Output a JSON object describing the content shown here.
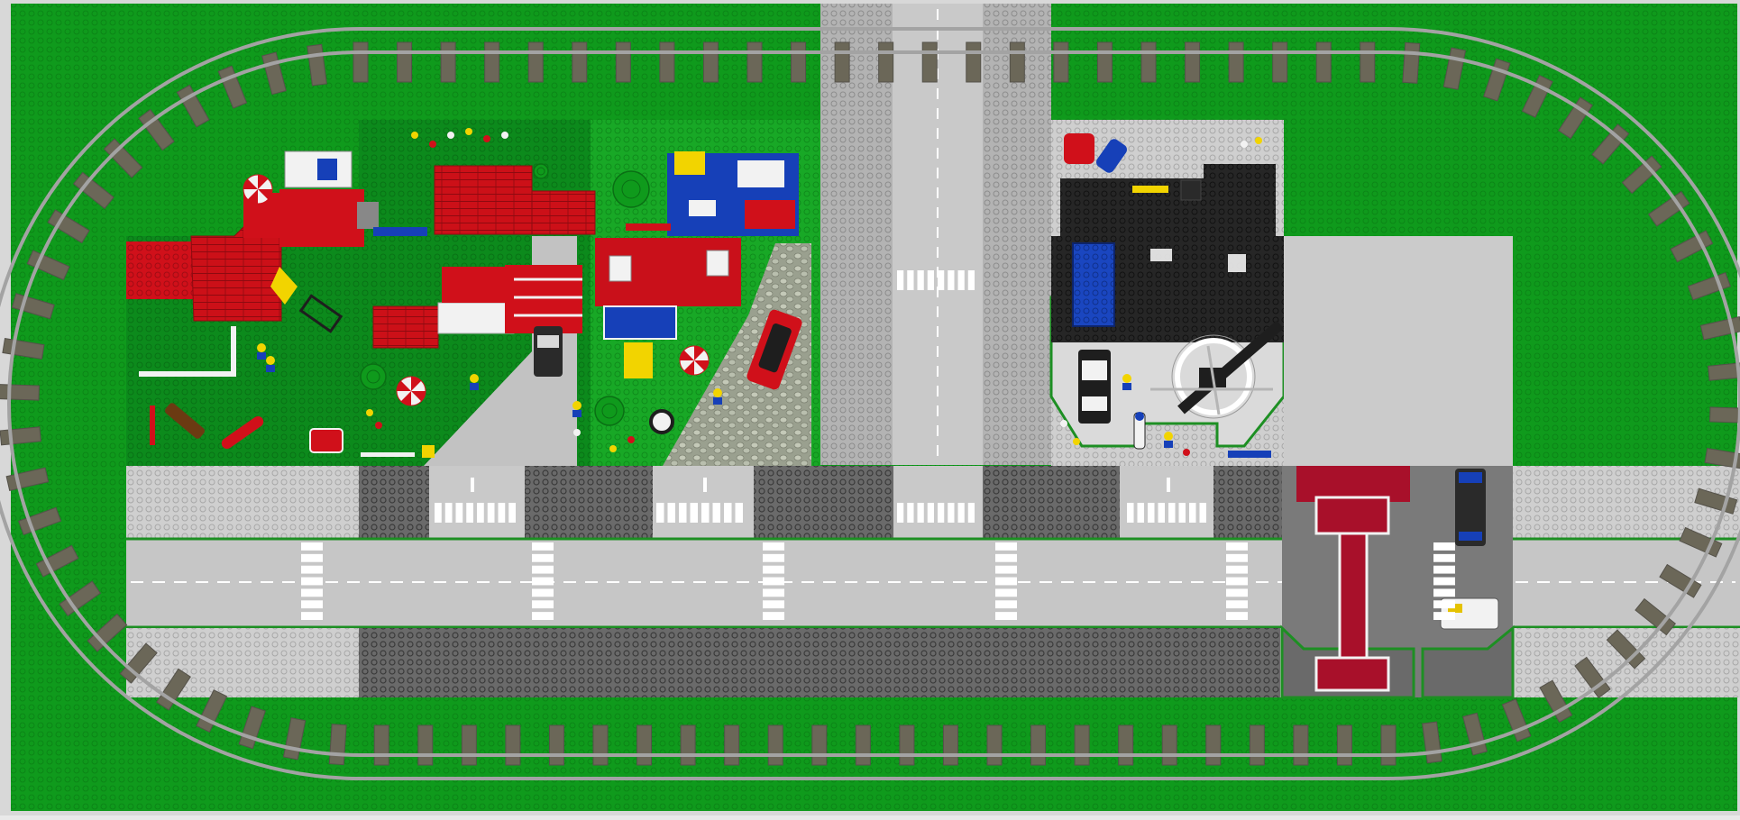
{
  "scene": {
    "kind": "top-down toy brick city layout",
    "colors": {
      "grass": "#0f9a1c",
      "grass_dark": "#0c8a18",
      "grass_light": "#18b22a",
      "road": "#c6c6c6",
      "sidewalk": "#a9a9a9",
      "plate_dark": "#5c5c5c",
      "rail": "#9a9a9a",
      "sleeper": "#6b6758",
      "red": "#d0101a",
      "dark_red": "#a8102a",
      "blue": "#1640b8",
      "black": "#1e1e1e",
      "yellow": "#f2d400",
      "white": "#f2f2f2"
    },
    "zones": [
      "railway-loop",
      "main-road",
      "cross-road",
      "residential-blocks",
      "police-station",
      "heliport",
      "road-bridge"
    ],
    "icons": [
      "car-icon",
      "tree-icon",
      "umbrella-icon",
      "helicopter-icon",
      "motorcycle-icon",
      "minifig-icon"
    ],
    "counts": {
      "railway_sleepers": 96,
      "crosswalks": 11
    }
  }
}
